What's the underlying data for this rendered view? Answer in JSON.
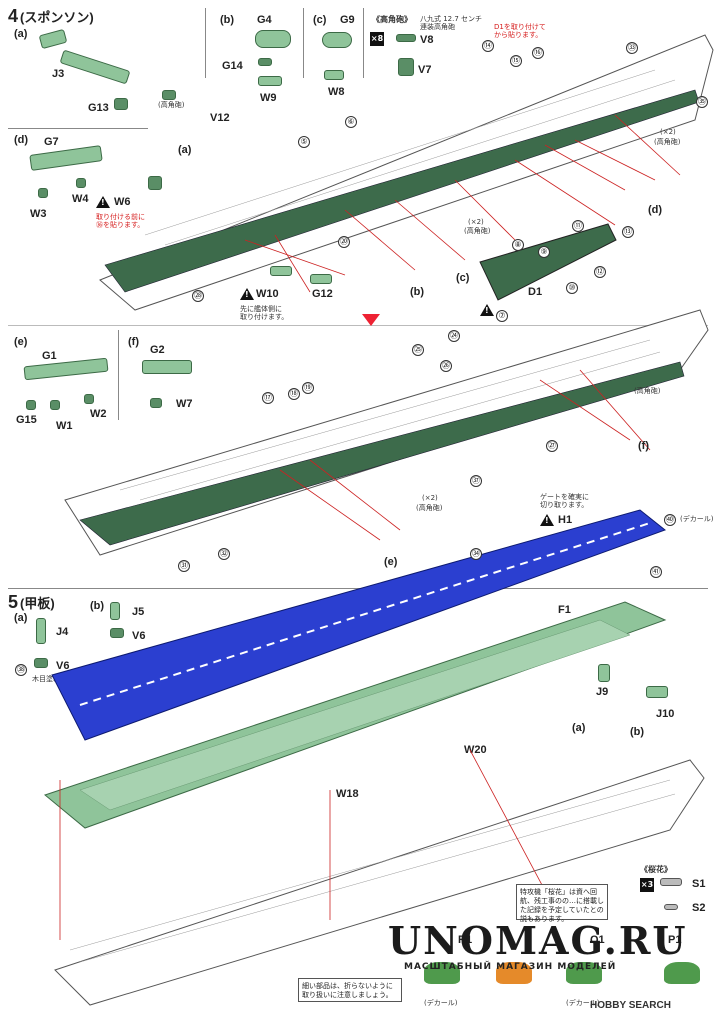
{
  "step4": {
    "number": "4",
    "title": "(スポンソン)",
    "sub_a": "(a)",
    "sub_b": "(b)",
    "sub_c": "(c)",
    "sub_d": "(d)",
    "sub_e": "(e)",
    "sub_f": "(f)",
    "parts": {
      "J3": "J3",
      "G13": "G13",
      "G4": "G4",
      "G14": "G14",
      "W9": "W9",
      "G9": "G9",
      "W8": "W8",
      "V8": "V8",
      "V7": "V7",
      "V12": "V12",
      "G7": "G7",
      "W3": "W3",
      "W4": "W4",
      "W6": "W6",
      "W10": "W10",
      "G12": "G12",
      "D1": "D1",
      "G1": "G1",
      "G15": "G15",
      "W1": "W1",
      "W2": "W2",
      "G2": "G2",
      "W7": "W7",
      "H1": "H1"
    },
    "haikakuho_label": "《高角砲》",
    "haikakuho_note1": "八九式 12.7 センチ",
    "haikakuho_note2": "連装高角砲",
    "multiplier_8": "×8",
    "note_d1": "D1を取り付けて",
    "note_d1b": "から貼ります。",
    "note_w6": "取り付ける前に",
    "note_w6b": "㊱を貼ります。",
    "note_w10": "先に艦体側に",
    "note_w10b": "取り付けます。",
    "note_gate": "ゲートを確実に",
    "note_gateb": "切り取ります。",
    "x2": "(×2)",
    "koukakuho": "(高角砲)",
    "decal": "(デカール)"
  },
  "step5": {
    "number": "5",
    "title": "(甲板)",
    "sub_a": "(a)",
    "sub_b": "(b)",
    "parts": {
      "J4": "J4",
      "V6a": "V6",
      "J5": "J5",
      "V6b": "V6",
      "F1": "F1",
      "J9": "J9",
      "J10": "J10",
      "W20": "W20",
      "W18": "W18",
      "S1": "S1",
      "S2": "S2",
      "R1": "R1",
      "Q1": "Q1",
      "P1": "P1"
    },
    "note_a": "木目塗装用",
    "sakura": "《桜花》",
    "multiplier_3": "×3",
    "note_tokko": "特攻機「桜花」は資へ回航、残工事のの…に搭載した記録を予定していたとの説もあります。",
    "note_caution": "細い部品は、折らないように取り扱いに注意しましょう。",
    "decal": "(デカール)"
  },
  "callouts": [
    "⑭",
    "⑮",
    "⑯",
    "㉝",
    "㉟",
    "⑤",
    "⑥",
    "㉘",
    "⑳",
    "⑪",
    "⑬",
    "⑧",
    "⑨",
    "⑩",
    "⑫",
    "⑦",
    "㉔",
    "㉕",
    "㉖",
    "⑰",
    "⑱",
    "⑲",
    "㉗",
    "㊲",
    "㉜",
    "㉛",
    "㊳",
    "㉞",
    "㊵",
    "㊶"
  ],
  "watermark": {
    "main": "UNOMAG.RU",
    "sub": "МАСШТАБНЫЙ МАГАЗИН МОДЕЛЕЙ",
    "hobby": "HOBBY SEARCH"
  },
  "colors": {
    "hull_green": "#3d6b4b",
    "deck_blue": "#2b3fd0",
    "deck_green": "#8fc49a",
    "red_accent": "#d61c1c"
  }
}
